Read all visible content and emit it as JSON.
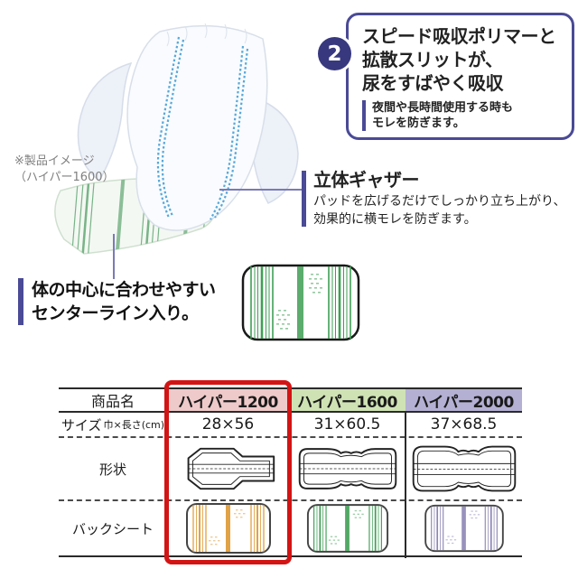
{
  "product_photo": {
    "caption_lines": [
      "※製品イメージ",
      "（ハイパー1600）"
    ]
  },
  "feature_callout": {
    "number": "2",
    "title_lines": [
      "スピード吸収ポリマーと",
      "拡散スリットが、",
      "尿をすばやく吸収"
    ],
    "note_lines": [
      "夜間や長時間使用する時も",
      "モレを防ぎます。"
    ]
  },
  "gather_feature": {
    "title": "立体ギャザー",
    "desc_lines": [
      "パッドを広げるだけでしっかり立ち上がり、",
      "効果的に横モレを防ぎます。"
    ]
  },
  "centerline_feature": {
    "lines": [
      "体の中心に合わせやすい",
      "センターライン入り。"
    ]
  },
  "table": {
    "product_name_header": "商品名",
    "products": [
      "ハイパー1200",
      "ハイパー1600",
      "ハイパー2000"
    ],
    "size_row": {
      "label": "サイズ",
      "sublabel": "巾×長さ(cm)",
      "values": [
        "28×56",
        "31×60.5",
        "37×68.5"
      ]
    },
    "shape_row": {
      "label": "形状"
    },
    "backsheet_row": {
      "label": "バックシート"
    },
    "highlighted_product": "ハイパー1200"
  },
  "colors": {
    "accent_purple": "#4a4a96",
    "badge_navy": "#38387f",
    "highlight_red": "#d31414",
    "header_pink": "#efcaca",
    "header_green": "#cfe2b4",
    "header_purple": "#b3b0d3",
    "backsheet_orange": "#dd9933",
    "backsheet_green": "#3f9e54",
    "backsheet_purple": "#8c85b5",
    "gather_blue": "#58a8d8",
    "pad_stripe_green": "#78b487"
  }
}
